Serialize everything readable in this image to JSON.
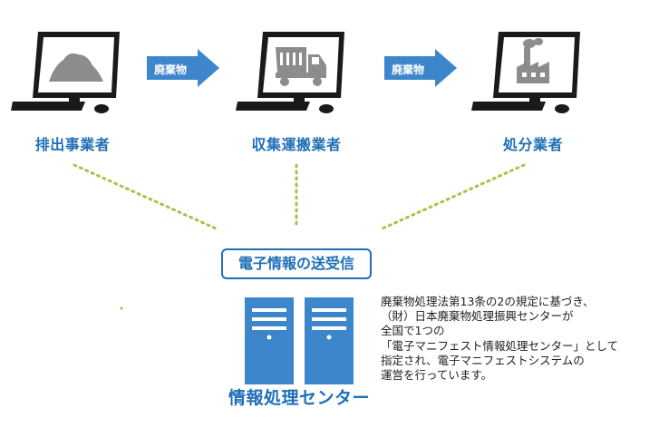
{
  "parties": [
    {
      "label": "排出事業者",
      "icon": "waste-pile-icon"
    },
    {
      "label": "収集運搬業者",
      "icon": "dump-truck-icon"
    },
    {
      "label": "処分業者",
      "icon": "factory-icon"
    }
  ],
  "arrows": [
    {
      "label": "廃棄物"
    },
    {
      "label": "廃棄物"
    }
  ],
  "exchange": {
    "label": "電子情報の送受信"
  },
  "description": [
    "廃棄物処理法第13条の2の規定に基づき、",
    "（財）日本廃棄物処理振興センターが",
    "全国で1つの",
    "「電子マニフェスト情報処理センター」として",
    "指定され、電子マニフェストシステムの",
    "運営を行っています。"
  ],
  "center": {
    "label": "情報処理センター",
    "icon": "server-icon"
  },
  "colors": {
    "primary": "#1f6fb8",
    "arrow": "#3d86cc",
    "dots": "#a8c24a",
    "monitor": "#1a1a1a",
    "server": "#3d86cc"
  }
}
